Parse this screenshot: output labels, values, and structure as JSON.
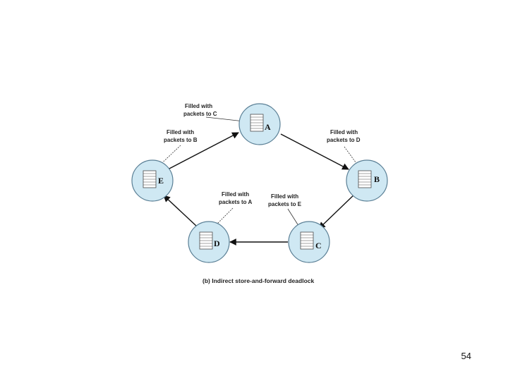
{
  "nodes": [
    {
      "id": "A",
      "label": "A"
    },
    {
      "id": "B",
      "label": "B"
    },
    {
      "id": "C",
      "label": "C"
    },
    {
      "id": "D",
      "label": "D"
    },
    {
      "id": "E",
      "label": "E"
    }
  ],
  "links": [
    {
      "from": "A",
      "to": "B"
    },
    {
      "from": "B",
      "to": "C"
    },
    {
      "from": "C",
      "to": "D"
    },
    {
      "from": "D",
      "to": "E"
    },
    {
      "from": "E",
      "to": "A"
    }
  ],
  "notes": {
    "a": [
      "Filled with",
      "packets to C"
    ],
    "b": [
      "Filled with",
      "packets to D"
    ],
    "c": [
      "Filled with",
      "packets to E"
    ],
    "d": [
      "Filled with",
      "packets to A"
    ],
    "e": [
      "Filled with",
      "packets to B"
    ]
  },
  "caption": "(b) Indirect store-and-forward deadlock",
  "page_number": "54"
}
